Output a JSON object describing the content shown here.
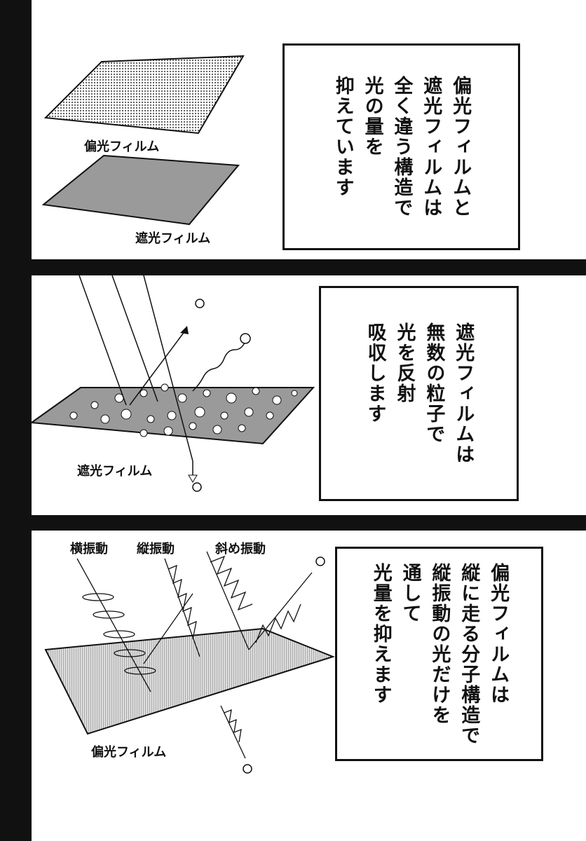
{
  "panels": [
    {
      "labels": {
        "top_film": "偏光フィルム",
        "bottom_film": "遮光フィルム"
      },
      "caption": [
        "偏光フィルムと",
        "遮光フィルムは",
        "全く違う構造で",
        "光の量を",
        "抑えています"
      ]
    },
    {
      "labels": {
        "film": "遮光フィルム"
      },
      "caption": [
        "遮光フィルムは",
        "無数の粒子で",
        "光を反射",
        "吸収します"
      ]
    },
    {
      "labels": {
        "horizontal": "横振動",
        "vertical": "縦振動",
        "diagonal": "斜め振動",
        "film": "偏光フィルム"
      },
      "caption": [
        "偏光フィルムは",
        "縦に走る分子構造で",
        "縦振動の光だけを",
        "通して",
        "光量を抑えます"
      ]
    }
  ],
  "colors": {
    "ink": "#111111",
    "paper": "#ffffff",
    "screentone": "#9a9a9a",
    "gutter": "#111111"
  }
}
